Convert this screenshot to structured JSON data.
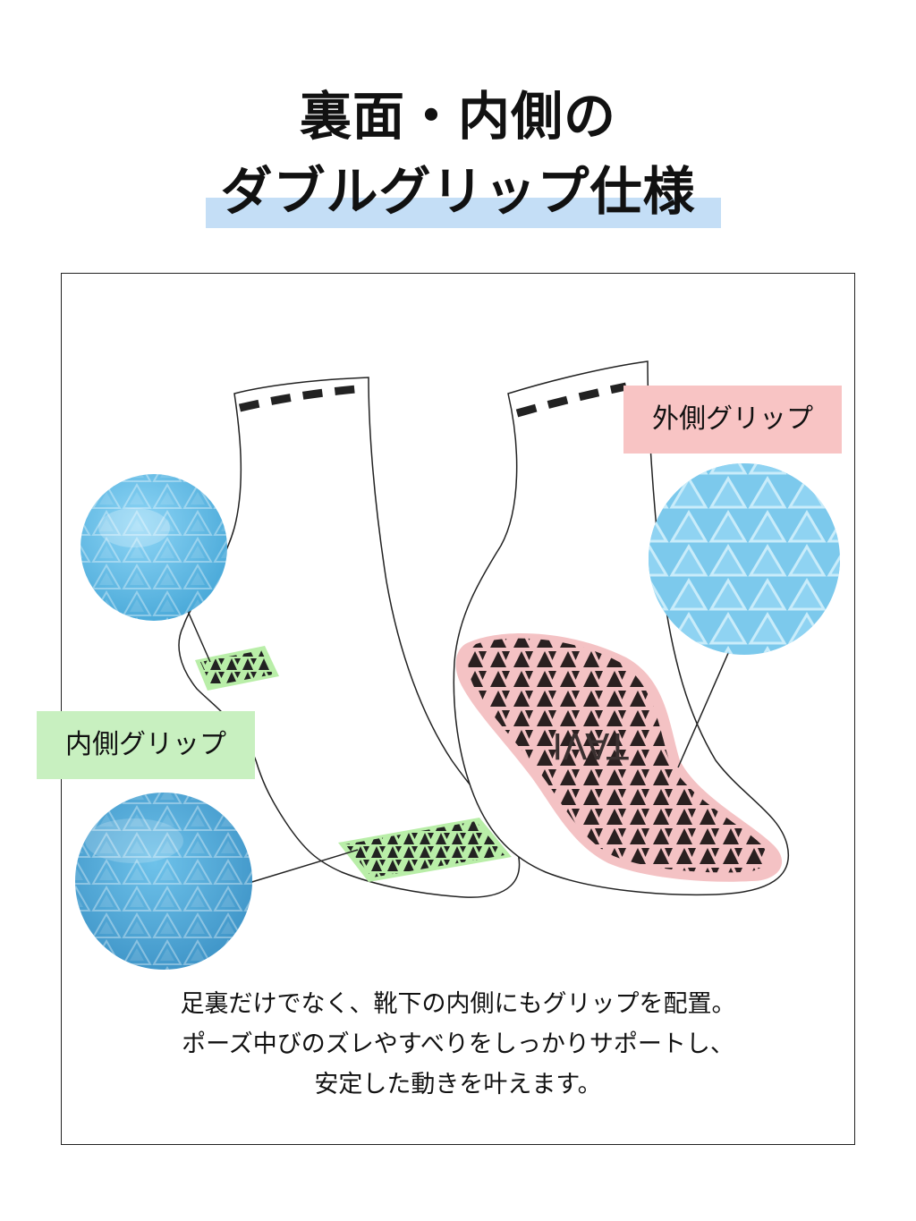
{
  "title": {
    "line1": "裏面・内側の",
    "line2": "ダブルグリップ仕様"
  },
  "labels": {
    "outer_grip": "外側グリップ",
    "inner_grip": "内側グリップ"
  },
  "sole_print": "TAVI",
  "description": {
    "line1": "足裏だけでなく、靴下の内側にもグリップを配置。",
    "line2": "ポーズ中びのズレやすべりをしっかりサポートし、",
    "line3": "安定した動きを叶えます。"
  },
  "colors": {
    "highlight_blue": "#c4def6",
    "outer_grip_pink": "#f8c4c4",
    "inner_grip_green": "#c8f0c0",
    "grip_circle_blue": "#5cb8e4"
  }
}
